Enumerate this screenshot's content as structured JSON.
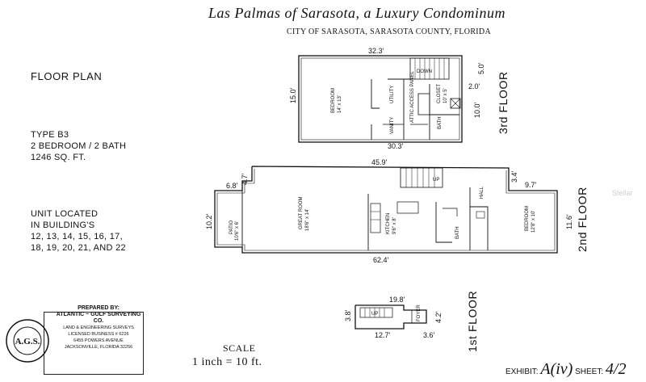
{
  "header": {
    "title": "Las Palmas of Sarasota, a Luxury Condominum",
    "subtitle": "CITY OF SARASOTA, SARASOTA COUNTY, FLORIDA"
  },
  "info": {
    "floor_plan": "FLOOR PLAN",
    "type": "TYPE B3",
    "bedrooms": "2 BEDROOM / 2 BATH",
    "area": "1246 SQ. FT.",
    "location_lines": [
      "UNIT LOCATED",
      "IN BUILDING'S",
      "12, 13, 14, 15, 16, 17,",
      "18, 19, 20, 21, AND 22"
    ]
  },
  "third_floor": {
    "label": "3rd FLOOR",
    "dims": {
      "top": "32.3'",
      "bottom": "30.3'",
      "left": "15.0'",
      "right_top": "5.0'",
      "stair_w": "2.0'",
      "right_mid": "10.0'"
    },
    "rooms": {
      "bedroom": "BEDROOM",
      "bedroom_size": "14' x 13'",
      "utility": "UTILITY",
      "vanity": "VANITY",
      "attic": "ATTIC ACCESS PANEL",
      "closet": "CLOSET",
      "closet_size": "10' x 5'",
      "bath": "BATH",
      "down": "DOWN"
    }
  },
  "second_floor": {
    "label": "2nd FLOOR",
    "dims": {
      "top": "45.9'",
      "bottom": "62.4'",
      "patio_w": "6.8'",
      "patio_h": "10.2'",
      "left_step": "4.7'",
      "right_step": "3.4'",
      "bed_w": "9.7'",
      "right": "11.6'"
    },
    "rooms": {
      "patio": "PATIO",
      "patio_size": "10'6\" x 6'",
      "great_room": "GREAT ROOM",
      "great_room_size": "18'6\" x 14'",
      "kitchen": "KITCHEN",
      "kitchen_size": "9'6\" x 8'",
      "bath": "BATH",
      "hall": "HALL",
      "bedroom": "BEDROOM",
      "bedroom_size": "12'8\" x 10'",
      "up": "UP"
    }
  },
  "first_floor": {
    "label": "1st FLOOR",
    "dims": {
      "top": "19.8'",
      "bottom": "12.7'",
      "left": "3.8'",
      "right": "4.2'",
      "foyer_w": "3.6'"
    },
    "rooms": {
      "up": "UP",
      "foyer": "FOYER"
    }
  },
  "surveyor": {
    "prepared_by": "PREPARED BY:",
    "company": "ATLANTIC ~ GULF SURVEYING CO.",
    "services": "LAND & ENGINEERING SURVEYS",
    "license": "LICENSED BUSINESS # 6226",
    "street": "6455 POWERS AVENUE",
    "city": "JACKSONVILLE, FLORIDA 32256",
    "seal_text": "A.G.S."
  },
  "scale": {
    "title": "SCALE",
    "value": "1 inch = 10   ft."
  },
  "exhibit": {
    "exhibit_label": "EXHIBIT:",
    "exhibit_value": "A(iv)",
    "sheet_label": "SHEET:",
    "sheet_value": "4/2"
  },
  "watermark": "Stellar"
}
